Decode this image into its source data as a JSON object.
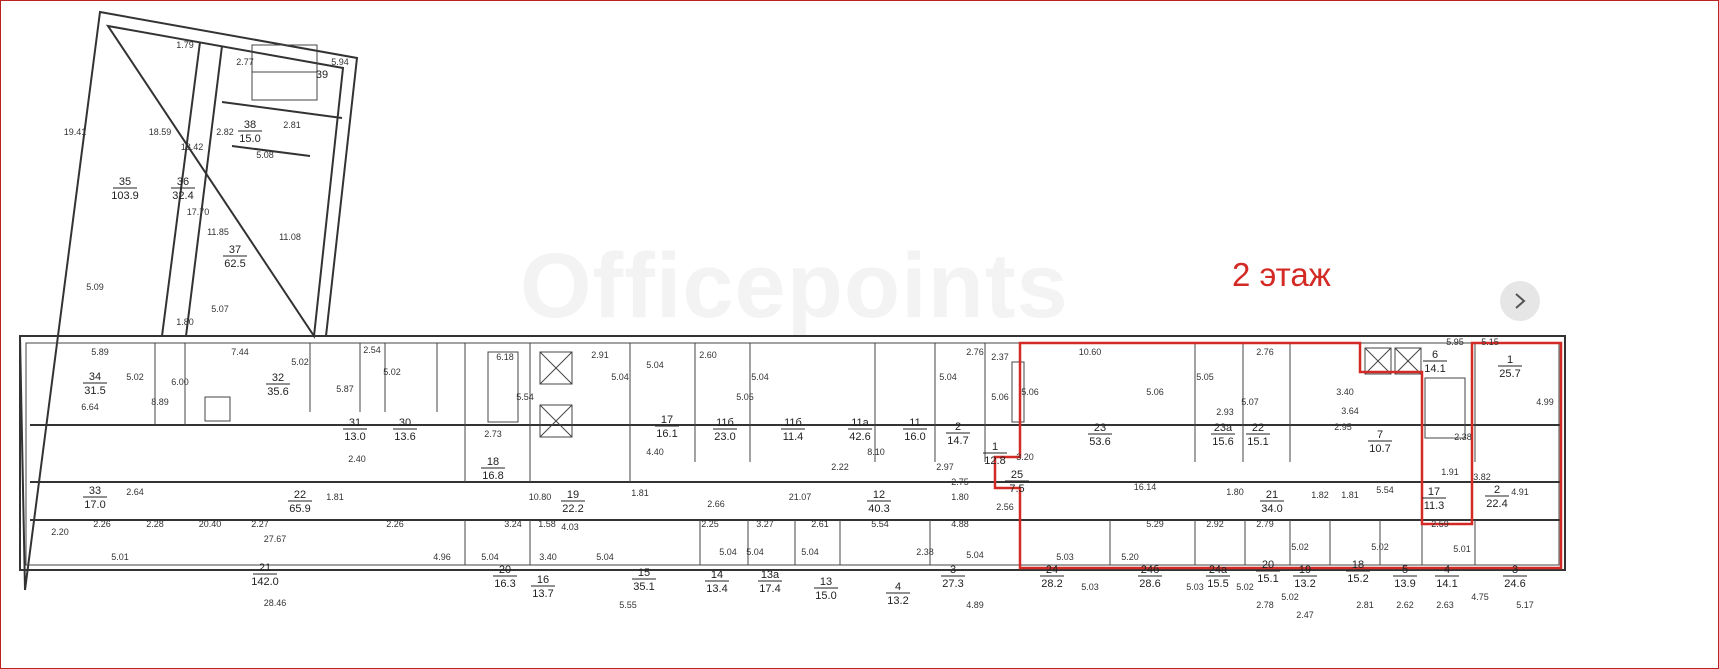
{
  "floor_label": "2 этаж",
  "watermark": "Officepoints",
  "colors": {
    "highlight": "#d42a25",
    "walls": "#333333",
    "frame": "#bb2222"
  },
  "next_button_icon": "chevron-right-icon",
  "rooms": [
    {
      "num": "35",
      "area": "103.9"
    },
    {
      "num": "36",
      "area": "32.4"
    },
    {
      "num": "37",
      "area": "62.5"
    },
    {
      "num": "38",
      "area": "15.0"
    },
    {
      "num": "39",
      "area": ""
    },
    {
      "num": "34",
      "area": "31.5"
    },
    {
      "num": "33",
      "area": "17.0"
    },
    {
      "num": "32",
      "area": "35.6"
    },
    {
      "num": "31",
      "area": "13.0"
    },
    {
      "num": "30",
      "area": "13.6"
    },
    {
      "num": "22",
      "area": "65.9"
    },
    {
      "num": "21",
      "area": "142.0"
    },
    {
      "num": "18",
      "area": "16.8"
    },
    {
      "num": "19",
      "area": "22.2"
    },
    {
      "num": "17",
      "area": "16.1"
    },
    {
      "num": "11б",
      "area": "23.0"
    },
    {
      "num": "11б",
      "area": "11.4"
    },
    {
      "num": "11а",
      "area": "42.6"
    },
    {
      "num": "11",
      "area": "16.0"
    },
    {
      "num": "12",
      "area": "40.3"
    },
    {
      "num": "20",
      "area": "16.3"
    },
    {
      "num": "16",
      "area": "13.7"
    },
    {
      "num": "15",
      "area": "35.1"
    },
    {
      "num": "14",
      "area": "13.4"
    },
    {
      "num": "13а",
      "area": "17.4"
    },
    {
      "num": "13",
      "area": "15.0"
    },
    {
      "num": "4",
      "area": "13.2"
    },
    {
      "num": "3",
      "area": "27.3"
    },
    {
      "num": "2",
      "area": "14.7"
    },
    {
      "num": "1",
      "area": "12.8"
    },
    {
      "num": "25",
      "area": "7.5"
    },
    {
      "num": "23",
      "area": "53.6"
    },
    {
      "num": "23а",
      "area": "15.6"
    },
    {
      "num": "22",
      "area": "15.1"
    },
    {
      "num": "7",
      "area": "10.7"
    },
    {
      "num": "6",
      "area": "14.1"
    },
    {
      "num": "1",
      "area": "25.7"
    },
    {
      "num": "21",
      "area": "34.0"
    },
    {
      "num": "17",
      "area": "11.3"
    },
    {
      "num": "2",
      "area": "22.4"
    },
    {
      "num": "24",
      "area": "28.2"
    },
    {
      "num": "24б",
      "area": "28.6"
    },
    {
      "num": "24а",
      "area": "15.5"
    },
    {
      "num": "20",
      "area": "15.1"
    },
    {
      "num": "19",
      "area": "13.2"
    },
    {
      "num": "18",
      "area": "15.2"
    },
    {
      "num": "5",
      "area": "13.9"
    },
    {
      "num": "4",
      "area": "14.1"
    },
    {
      "num": "3",
      "area": "24.6"
    }
  ],
  "dimensions": [
    "19.41",
    "18.59",
    "18.42",
    "17.70",
    "11.85",
    "11.08",
    "5.09",
    "5.07",
    "1.80",
    "1.79",
    "2.77",
    "5.94",
    "2.82",
    "2.81",
    "5.08",
    "5.89",
    "5.02",
    "6.64",
    "8.89",
    "6.00",
    "7.44",
    "5.02",
    "5.87",
    "2.54",
    "5.02",
    "2.40",
    "2.64",
    "2.20",
    "2.26",
    "2.28",
    "20.40",
    "2.27",
    "1.81",
    "2.26",
    "27.67",
    "5.01",
    "28.46",
    "4.96",
    "6.18",
    "2.73",
    "5.54",
    "2.91",
    "5.04",
    "4.40",
    "2.60",
    "5.05",
    "5.04",
    "8.10",
    "2.22",
    "2.97",
    "5.04",
    "2.76",
    "2.75",
    "5.06",
    "2.37",
    "5.04",
    "10.80",
    "1.81",
    "2.25",
    "21.07",
    "1.80",
    "5.04",
    "3.24",
    "1.58",
    "3.40",
    "4.03",
    "5.04",
    "5.55",
    "2.66",
    "5.04",
    "3.27",
    "5.04",
    "2.61",
    "5.04",
    "5.54",
    "2.38",
    "4.88",
    "5.04",
    "4.89",
    "10.60",
    "5.06",
    "5.06",
    "5.05",
    "2.93",
    "2.76",
    "5.07",
    "3.40",
    "3.64",
    "2.95",
    "5.15",
    "4.99",
    "5.95",
    "2.38",
    "16.14",
    "1.80",
    "1.82",
    "1.81",
    "5.54",
    "1.91",
    "3.82",
    "4.91",
    "3.20",
    "2.56",
    "5.29",
    "5.20",
    "5.03",
    "5.03",
    "5.03",
    "2.92",
    "2.79",
    "5.02",
    "5.02",
    "5.02",
    "5.02",
    "2.59",
    "5.01",
    "4.75",
    "2.78",
    "2.47",
    "2.81",
    "2.62",
    "2.63",
    "5.17"
  ]
}
